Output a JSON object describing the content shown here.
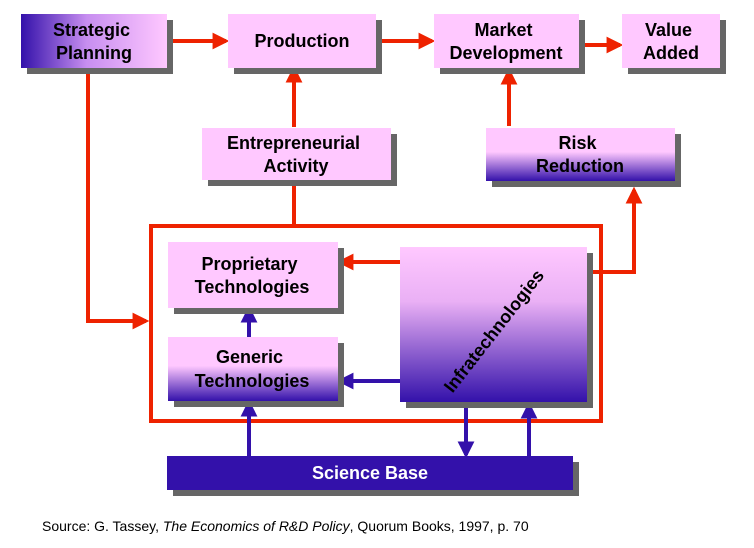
{
  "colors": {
    "arrow_red": "#ee2200",
    "arrow_blue": "#3311aa",
    "box_pink": "#ffc8ff",
    "box_blue": "#3311aa",
    "shadow": "#666666"
  },
  "nodes": {
    "strategic_planning": {
      "line1": "Strategic",
      "line2": "Planning"
    },
    "production": {
      "line1": "Production"
    },
    "market_development": {
      "line1": "Market",
      "line2": "Development"
    },
    "value_added": {
      "line1": "Value",
      "line2": "Added"
    },
    "entrepreneurial_activity": {
      "line1": "Entrepreneurial",
      "line2": "Activity"
    },
    "risk_reduction": {
      "line1": "Risk",
      "line2": "Reduction"
    },
    "proprietary_technologies": {
      "line1": "Proprietary",
      "line2": "Technologies"
    },
    "generic_technologies": {
      "line1": "Generic",
      "line2": "Technologies"
    },
    "infratechnologies": {
      "line1": "Infratechnologies"
    },
    "science_base": {
      "line1": "Science Base"
    }
  },
  "source": {
    "prefix": "Source: G. Tassey, ",
    "title": "The Economics of R&D Policy",
    "suffix": ", Quorum Books, 1997, p. 70"
  }
}
